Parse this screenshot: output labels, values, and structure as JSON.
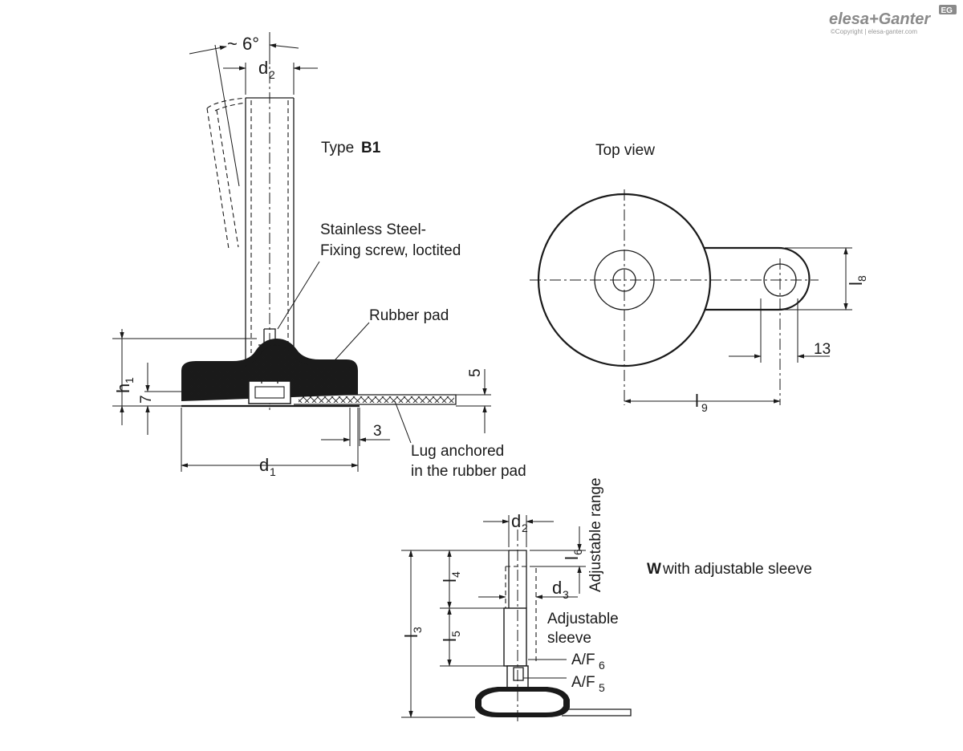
{
  "brand": {
    "logo_text": "elesa+Ganter",
    "badge_text": "EG",
    "copyright": "©Copyright | elesa-ganter.com"
  },
  "type_view": {
    "type_prefix": "Type ",
    "type_code": "B1",
    "callout_screw_line1": "Stainless Steel-",
    "callout_screw_line2": "Fixing screw, loctited",
    "callout_pad": "Rubber pad",
    "callout_lug_line1": "Lug anchored",
    "callout_lug_line2": "in the rubber pad",
    "angle_label": "~ 6°",
    "dim_d2": "d",
    "dim_d2_sub": "2",
    "dim_h1": "h",
    "dim_h1_sub": "1",
    "dim_7": "7",
    "dim_5": "5",
    "dim_3": "3",
    "dim_d1": "d",
    "dim_d1_sub": "1"
  },
  "top_view": {
    "title": "Top view",
    "dim_l8": "l",
    "dim_l8_sub": "8",
    "dim_13": "13",
    "dim_l9": "l",
    "dim_l9_sub": "9"
  },
  "sleeve_view": {
    "title_bold": "W",
    "title_rest": " with adjustable sleeve",
    "dim_d2": "d",
    "dim_d2_sub": "2",
    "dim_d3": "d",
    "dim_d3_sub": "3",
    "dim_l3": "l",
    "dim_l3_sub": "3",
    "dim_l4": "l",
    "dim_l4_sub": "4",
    "dim_l5": "l",
    "dim_l5_sub": "5",
    "dim_l6": "l",
    "dim_l6_sub": "6",
    "adjustable_range": "Adjustable range",
    "sleeve_line1": "Adjustable",
    "sleeve_line2": "sleeve",
    "af6": "A/F",
    "af6_sub": "6",
    "af5": "A/F",
    "af5_sub": "5"
  }
}
